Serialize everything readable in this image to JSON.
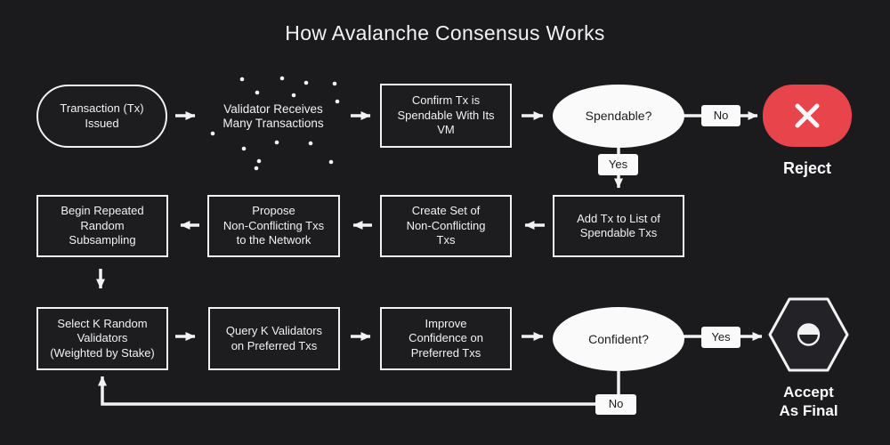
{
  "title": "How Avalanche Consensus Works",
  "colors": {
    "background": "#1b1b1e",
    "line": "#f2f2f2",
    "text_light": "#f2f2f2",
    "text_dark": "#1c1c1e",
    "node_fill": "#1d1d20",
    "decision_fill": "#fafafa",
    "label_fill": "#fafafa",
    "reject_red": "#e8444b",
    "hexagon_fill": "#232327"
  },
  "flow": {
    "start": "Transaction (Tx)\nIssued",
    "cloud": "Validator Receives\nMany Transactions",
    "confirm": "Confirm Tx is\nSpendable With Its\nVM",
    "spendable_question": "Spendable?",
    "no_label_1": "No",
    "yes_label_1": "Yes",
    "reject_caption": "Reject",
    "add": "Add Tx to List of\nSpendable Txs",
    "create": "Create Set of\nNon-Conflicting\nTxs",
    "propose": "Propose\nNon-Conflicting Txs\nto the Network",
    "begin": "Begin Repeated\nRandom\nSubsampling",
    "select": "Select K Random\nValidators\n(Weighted by Stake)",
    "query": "Query K Validators\non Preferred Txs",
    "improve": "Improve\nConfidence on\nPreferred Txs",
    "confident_question": "Confident?",
    "yes_label_2": "Yes",
    "no_label_2": "No",
    "accept_caption": "Accept\nAs Final"
  },
  "icons": {
    "reject": "x-icon",
    "accept": "half-filled-coin-icon",
    "cloud": "scattered-dots"
  }
}
